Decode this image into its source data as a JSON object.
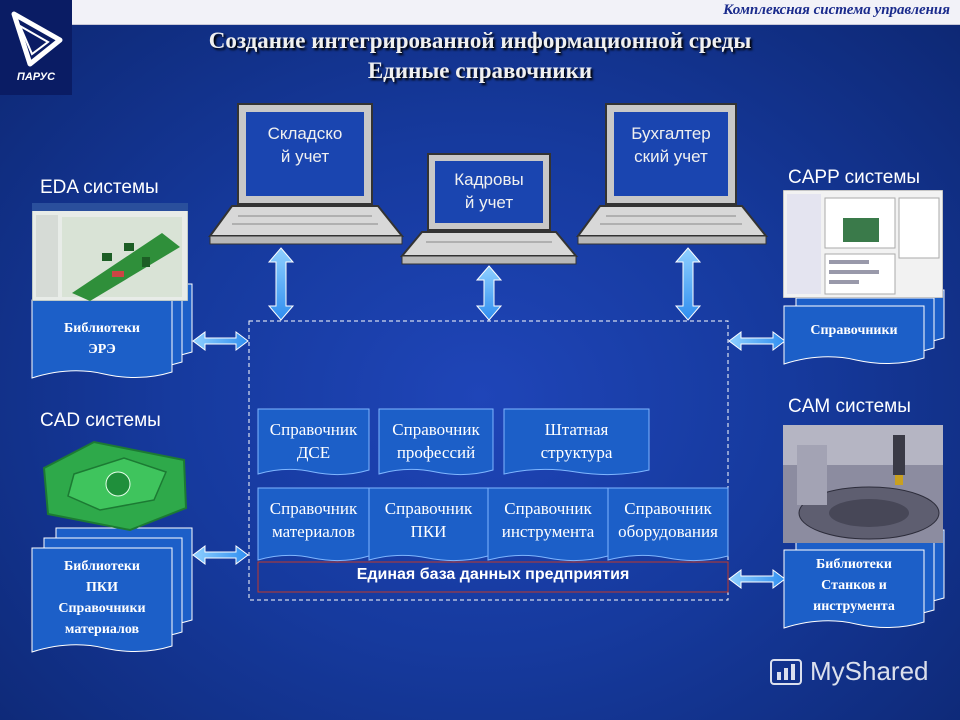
{
  "header": {
    "brand_line": "Комплексная система управления",
    "logo_text": "ПАРУС"
  },
  "title": {
    "line1": "Создание интегрированной информационной среды",
    "line2": "Единые справочники"
  },
  "workstations": [
    {
      "label_line1": "Складско",
      "label_line2": "й учет"
    },
    {
      "label_line1": "Кадровы",
      "label_line2": "й учет"
    },
    {
      "label_line1": "Бухгалтер",
      "label_line2": "ский учет"
    }
  ],
  "left_systems": {
    "eda": {
      "label": "EDA системы",
      "doc_line1": "Библиотеки",
      "doc_line2": "ЭРЭ"
    },
    "cad": {
      "label": "CAD системы",
      "doc_line1": "Библиотеки",
      "doc_line2": "ПКИ",
      "doc_line3": "Справочники",
      "doc_line4": "материалов"
    }
  },
  "right_systems": {
    "capp": {
      "label": "CAPP системы",
      "doc_line1": "Справочники"
    },
    "cam": {
      "label": "CAM системы",
      "doc_line1": "Библиотеки",
      "doc_line2": "Станков и",
      "doc_line3": "инструмента"
    }
  },
  "references": [
    {
      "line1": "Справочник",
      "line2": "ДСЕ"
    },
    {
      "line1": "Справочник",
      "line2": "профессий"
    },
    {
      "line1": "Штатная",
      "line2": "структура"
    },
    {
      "line1": "Справочник",
      "line2": "материалов"
    },
    {
      "line1": "Справочник",
      "line2": "ПКИ"
    },
    {
      "line1": "Справочник",
      "line2": "инструмента"
    },
    {
      "line1": "Справочник",
      "line2": "оборудования"
    }
  ],
  "database": {
    "label": "Единая база данных предприятия"
  },
  "watermark": {
    "text": "MyShared"
  },
  "colors": {
    "background": "#163a9e",
    "document_fill": "#1c5fc8",
    "arrow_fill": "#3aa6ff",
    "db_outline": "#c0392b"
  }
}
